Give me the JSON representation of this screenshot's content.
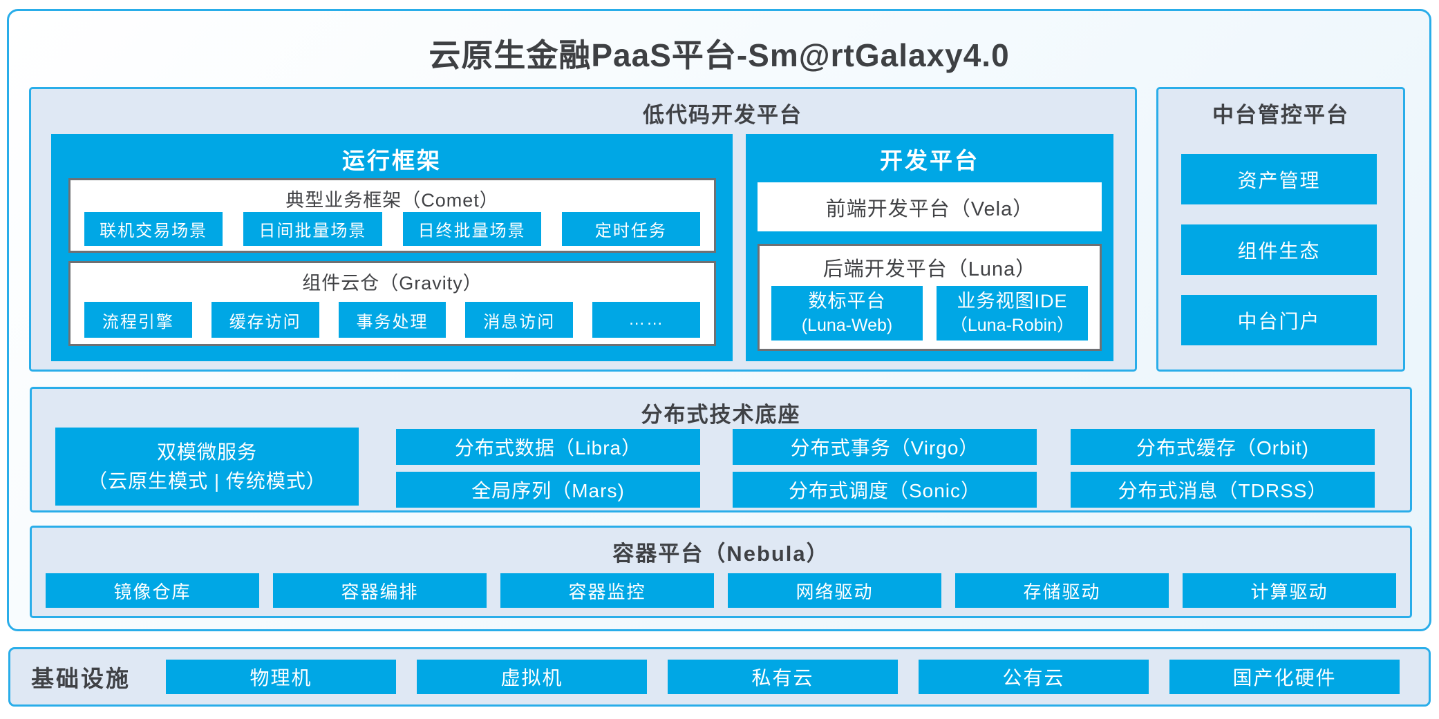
{
  "title": "云原生金融PaaS平台-Sm@rtGalaxy4.0",
  "colors": {
    "accent_blue": "#00a7e5",
    "border_cyan": "#29ade9",
    "panel_background": "#dfe8f4",
    "box_border_gray": "#6f7073",
    "dark_text": "#3f4145"
  },
  "low_code_platform": {
    "title": "低代码开发平台",
    "runtime_framework": {
      "title": "运行框架",
      "comet": {
        "title": "典型业务框架（Comet）",
        "items": [
          "联机交易场景",
          "日间批量场景",
          "日终批量场景",
          "定时任务"
        ]
      },
      "gravity": {
        "title": "组件云仓（Gravity）",
        "items": [
          "流程引擎",
          "缓存访问",
          "事务处理",
          "消息访问",
          "……"
        ]
      }
    },
    "dev_platform": {
      "title": "开发平台",
      "vela": "前端开发平台（Vela）",
      "luna": {
        "title": "后端开发平台（Luna）",
        "items": [
          {
            "line1": "数标平台",
            "line2": "(Luna-Web)"
          },
          {
            "line1": "业务视图IDE",
            "line2": "（Luna-Robin）"
          }
        ]
      }
    }
  },
  "mid_platform": {
    "title": "中台管控平台",
    "items": [
      "资产管理",
      "组件生态",
      "中台门户"
    ]
  },
  "distributed_base": {
    "title": "分布式技术底座",
    "dual_microservice": {
      "line1": "双模微服务",
      "line2": "（云原生模式 | 传统模式）"
    },
    "grid": [
      [
        "分布式数据（Libra）",
        "全局序列（Mars)"
      ],
      [
        "分布式事务（Virgo）",
        "分布式调度（Sonic）"
      ],
      [
        "分布式缓存（Orbit)",
        "分布式消息（TDRSS）"
      ]
    ]
  },
  "container_platform": {
    "title": "容器平台（Nebula）",
    "items": [
      "镜像仓库",
      "容器编排",
      "容器监控",
      "网络驱动",
      "存储驱动",
      "计算驱动"
    ]
  },
  "infrastructure": {
    "title": "基础设施",
    "items": [
      "物理机",
      "虚拟机",
      "私有云",
      "公有云",
      "国产化硬件"
    ]
  }
}
